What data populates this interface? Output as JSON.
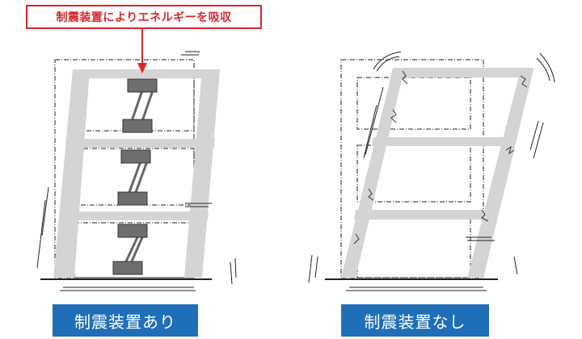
{
  "callout": {
    "text": "制震装置によりエネルギーを吸収",
    "color": "#d9262a"
  },
  "captions": {
    "with_damper": "制震装置あり",
    "without_damper": "制震装置なし"
  },
  "colors": {
    "frame_fill": "#d4d4d4",
    "damper_block": "#6e6e6e",
    "caption_bg": "#1e6fb8",
    "ink": "#222222"
  },
  "icons": {
    "arrow": "arrow-down-icon",
    "motion": "motion-lines-icon",
    "crack": "crack-icon"
  }
}
